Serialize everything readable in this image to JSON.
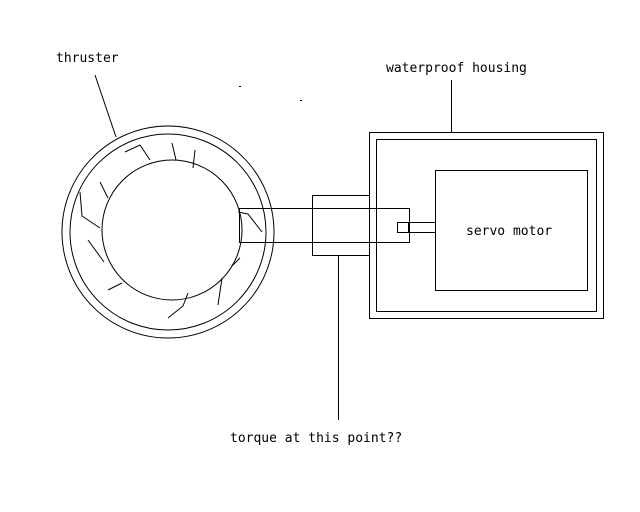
{
  "labels": {
    "thruster": "thruster",
    "housing": "waterproof housing",
    "motor": "servo motor",
    "question": "torque at this point??"
  },
  "colors": {
    "ink": "#000000",
    "background": "#ffffff"
  }
}
